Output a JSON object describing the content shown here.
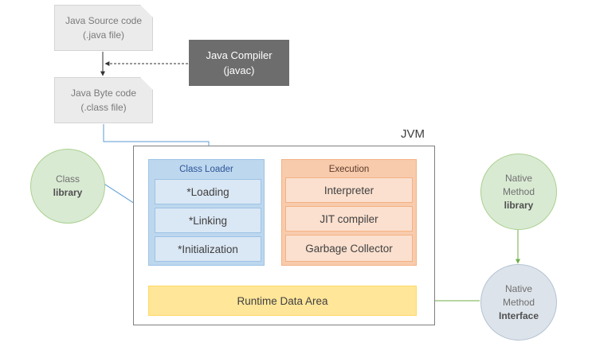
{
  "source_doc": {
    "line1": "Java Source code",
    "line2": "(.java file)"
  },
  "compiler": {
    "line1": "Java Compiler",
    "line2": "(javac)"
  },
  "bytecode_doc": {
    "line1": "Java Byte code",
    "line2": "(.class file)"
  },
  "jvm": {
    "label": "JVM"
  },
  "class_loader": {
    "title": "Class Loader",
    "items": [
      "*Loading",
      "*Linking",
      "*Initialization"
    ]
  },
  "execution": {
    "title": "Execution",
    "items": [
      "Interpreter",
      "JIT compiler",
      "Garbage Collector"
    ]
  },
  "runtime": {
    "label": "Runtime Data Area"
  },
  "class_library": {
    "line1": "Class",
    "line2": "library"
  },
  "native_library": {
    "line1": "Native",
    "line2": "Method",
    "line3": "library"
  },
  "native_interface": {
    "line1": "Native",
    "line2": "Method",
    "line3": "Interface"
  },
  "colors": {
    "class_loader": "#bdd7ee",
    "execution": "#f8cbad",
    "runtime": "#ffe699",
    "compiler": "#6d6d6d",
    "green_circle": "#d9ead3",
    "blue_arrow": "#5b9bd5",
    "green_arrow": "#70ad47"
  }
}
